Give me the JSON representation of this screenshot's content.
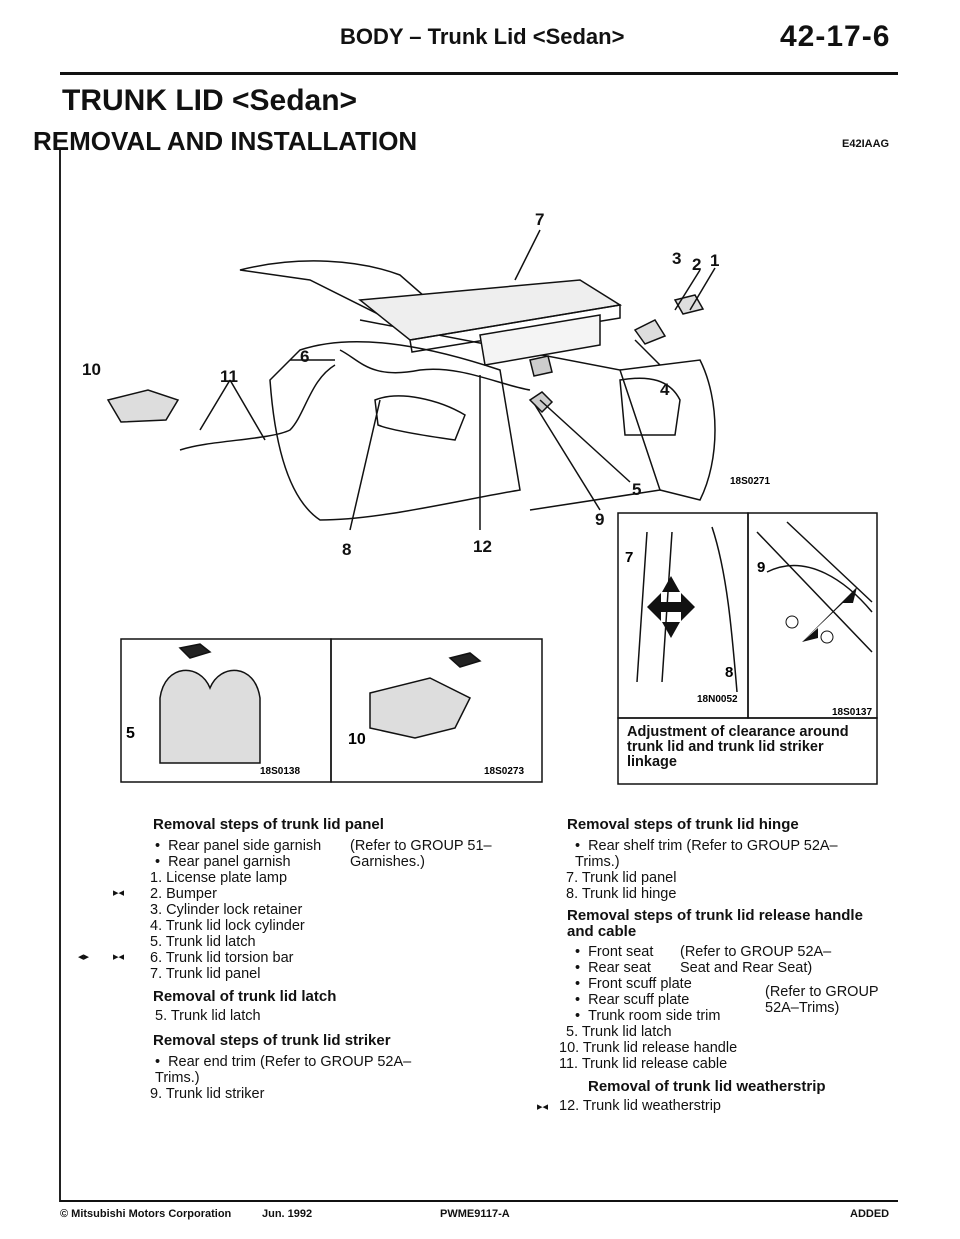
{
  "header": {
    "title": "BODY – Trunk Lid <Sedan>",
    "page": "42-17-6"
  },
  "section_title": "TRUNK LID <Sedan>",
  "subtitle": "REMOVAL AND INSTALLATION",
  "code": "E42IAAG",
  "figures": {
    "main_ref": "18S0271",
    "callouts": [
      "1",
      "2",
      "3",
      "4",
      "5",
      "6",
      "7",
      "8",
      "9",
      "10",
      "11",
      "12"
    ],
    "latch_ref": "18S0138",
    "latch_callout": "5",
    "hinge_ref": "18S0273",
    "hinge_callout": "10",
    "adj_left_ref": "18N0052",
    "adj_left_callouts": [
      "7",
      "8"
    ],
    "adj_right_ref": "18S0137",
    "adj_right_callout": "9",
    "adj_caption": "Adjustment of clearance around trunk lid and trunk lid striker linkage"
  },
  "left": {
    "panel_heading": "Removal steps of trunk lid panel",
    "panel_b1": "Rear panel side garnish",
    "panel_b2": "Rear panel garnish",
    "panel_ref": "(Refer to GROUP 51– Garnishes.)",
    "panel_steps": [
      "1.  License plate lamp",
      "2.  Bumper",
      "3.  Cylinder lock retainer",
      "4.  Trunk lid lock cylinder",
      "5.  Trunk lid latch",
      "6.  Trunk lid torsion bar",
      "7.  Trunk lid panel"
    ],
    "latch_heading": "Removal of trunk lid latch",
    "latch_step": "5.  Trunk lid latch",
    "striker_heading": "Removal steps of trunk lid striker",
    "striker_b1": "Rear end trim (Refer to GROUP 52A– Trims.)",
    "striker_step": "9.  Trunk lid striker"
  },
  "right": {
    "hinge_heading": "Removal steps of trunk lid hinge",
    "hinge_b1": "Rear shelf trim (Refer to GROUP 52A– Trims.)",
    "hinge_steps": [
      "7.  Trunk lid panel",
      "8.  Trunk lid hinge"
    ],
    "release_heading": "Removal steps of trunk lid release handle and cable",
    "release_b1": "Front seat",
    "release_b2": "Rear seat",
    "release_ref1": "(Refer to GROUP 52A– Seat and Rear Seat)",
    "release_b3": "Front scuff plate",
    "release_b4": "Rear scuff plate",
    "release_b5": "Trunk room side trim",
    "release_ref2": "(Refer to GROUP 52A–Trims)",
    "release_steps": [
      "5.  Trunk lid latch",
      "10.  Trunk lid release handle",
      "11.  Trunk lid release cable"
    ],
    "weather_heading": "Removal of trunk lid weatherstrip",
    "weather_step": "12.  Trunk lid weatherstrip"
  },
  "footer": {
    "company": "© Mitsubishi Motors Corporation",
    "date": "Jun. 1992",
    "pub": "PWME9117-A",
    "status": "ADDED"
  }
}
